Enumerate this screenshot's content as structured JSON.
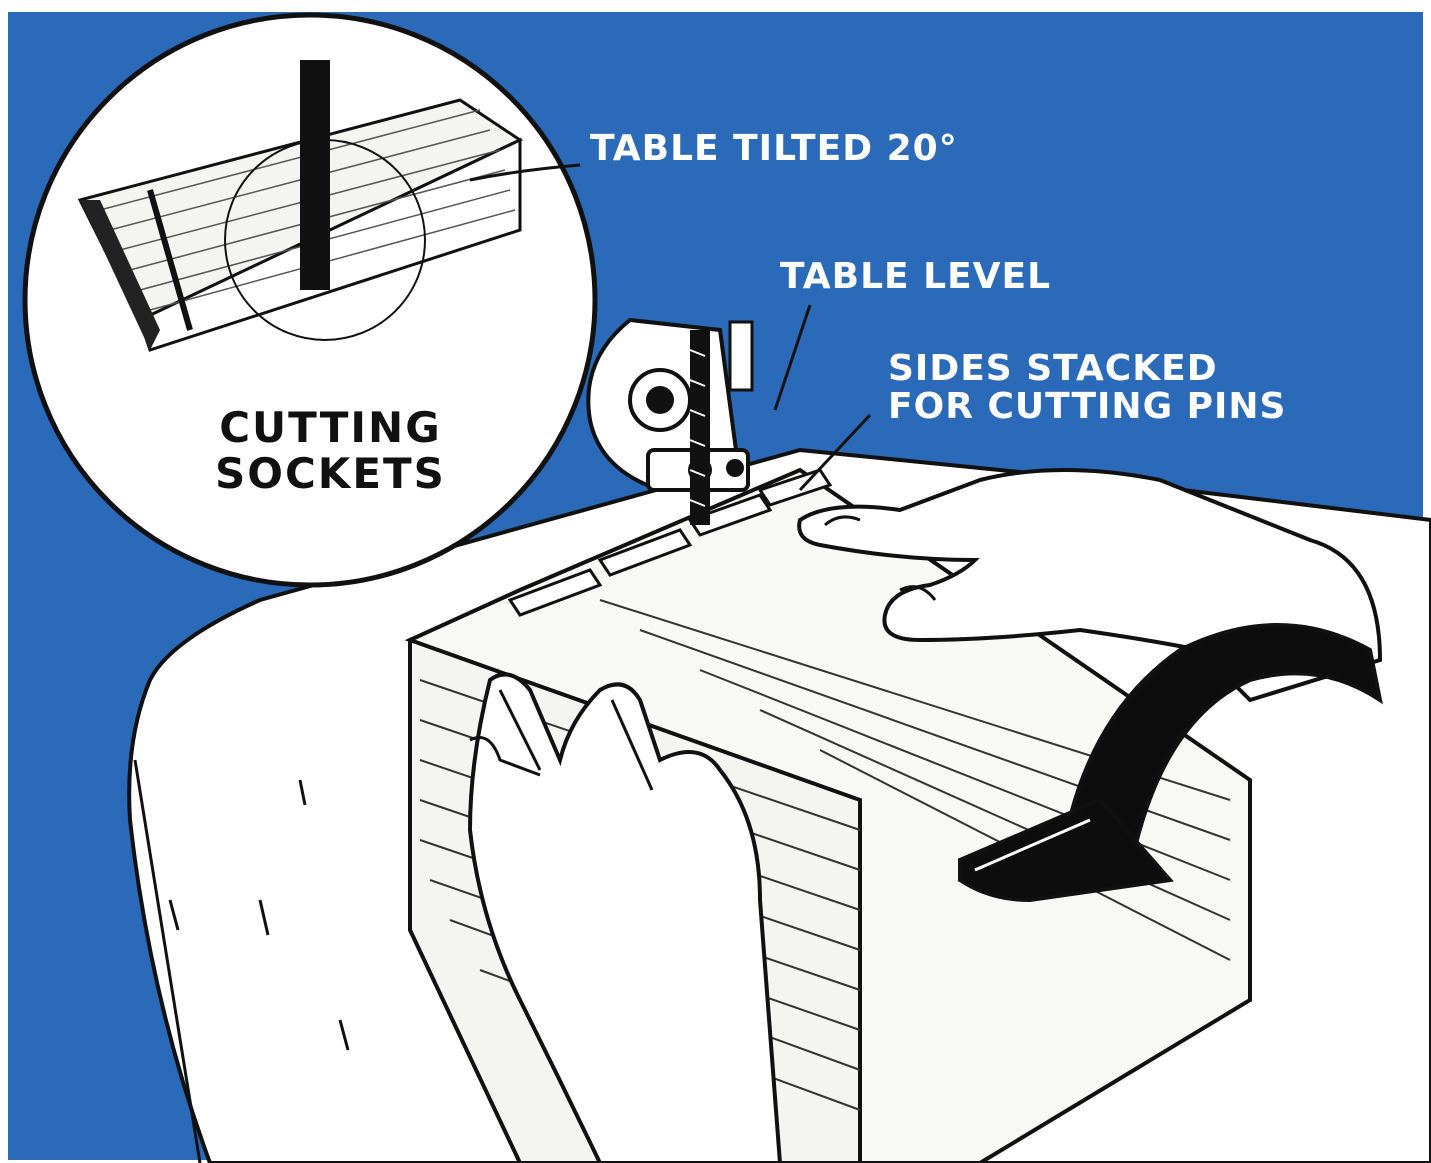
{
  "colors": {
    "background": "#2b6ab8",
    "ink": "#111111",
    "paper": "#ffffff",
    "wood": "#f4f4f0"
  },
  "labels": {
    "table_tilted": "TABLE TILTED 20°",
    "table_level": "TABLE LEVEL",
    "sides_stacked_line1": "SIDES STACKED",
    "sides_stacked_line2": "FOR CUTTING PINS",
    "cutting_sockets_line1": "CUTTING",
    "cutting_sockets_line2": "SOCKETS"
  }
}
